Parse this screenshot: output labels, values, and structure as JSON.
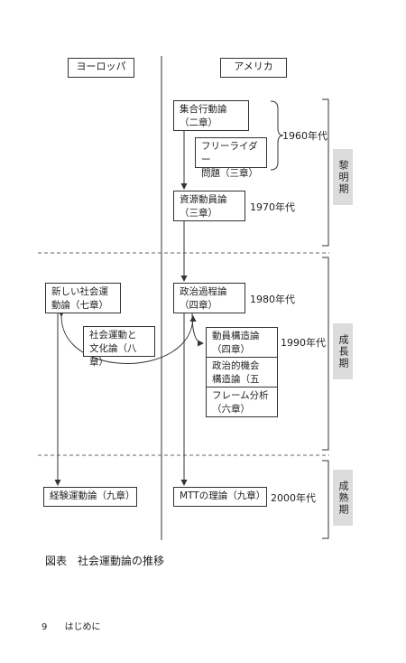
{
  "columns": {
    "europe": "ヨーロッパ",
    "america": "アメリカ"
  },
  "boxes": {
    "collective_behavior": {
      "line1": "集合行動論",
      "line2": "（二章）"
    },
    "free_rider": {
      "line1": "フリーライダー",
      "line2": "問題（三章）"
    },
    "resource_mobilization": {
      "line1": "資源動員論",
      "line2": "（三章）"
    },
    "political_process": {
      "line1": "政治過程論",
      "line2": "（四章）"
    },
    "new_social_movements": {
      "line1": "新しい社会運",
      "line2": "動論（七章）"
    },
    "social_movement_culture": {
      "line1": "社会運動と",
      "line2": "文化論（八章）"
    },
    "mobilizing_structures": {
      "line1": "動員構造論",
      "line2": "（四章）"
    },
    "political_opportunity": {
      "line1": "政治的機会",
      "line2": "構造論（五章）"
    },
    "frame_analysis": {
      "line1": "フレーム分析",
      "line2": "（六章）"
    },
    "experiential": {
      "line1": "経験運動論（九章）"
    },
    "mtt": {
      "line1": "MTTの理論（九章）"
    }
  },
  "decades": {
    "d1960": "1960年代",
    "d1970": "1970年代",
    "d1980": "1980年代",
    "d1990": "1990年代",
    "d2000": "2000年代"
  },
  "periods": {
    "dawn": "黎明期",
    "growth": "成長期",
    "maturity": "成熟期"
  },
  "caption": "図表　社会運動論の推移",
  "footer": {
    "page": "9",
    "section": "はじめに"
  },
  "colors": {
    "period_fill": "#dcdcdc",
    "line": "#333333"
  }
}
